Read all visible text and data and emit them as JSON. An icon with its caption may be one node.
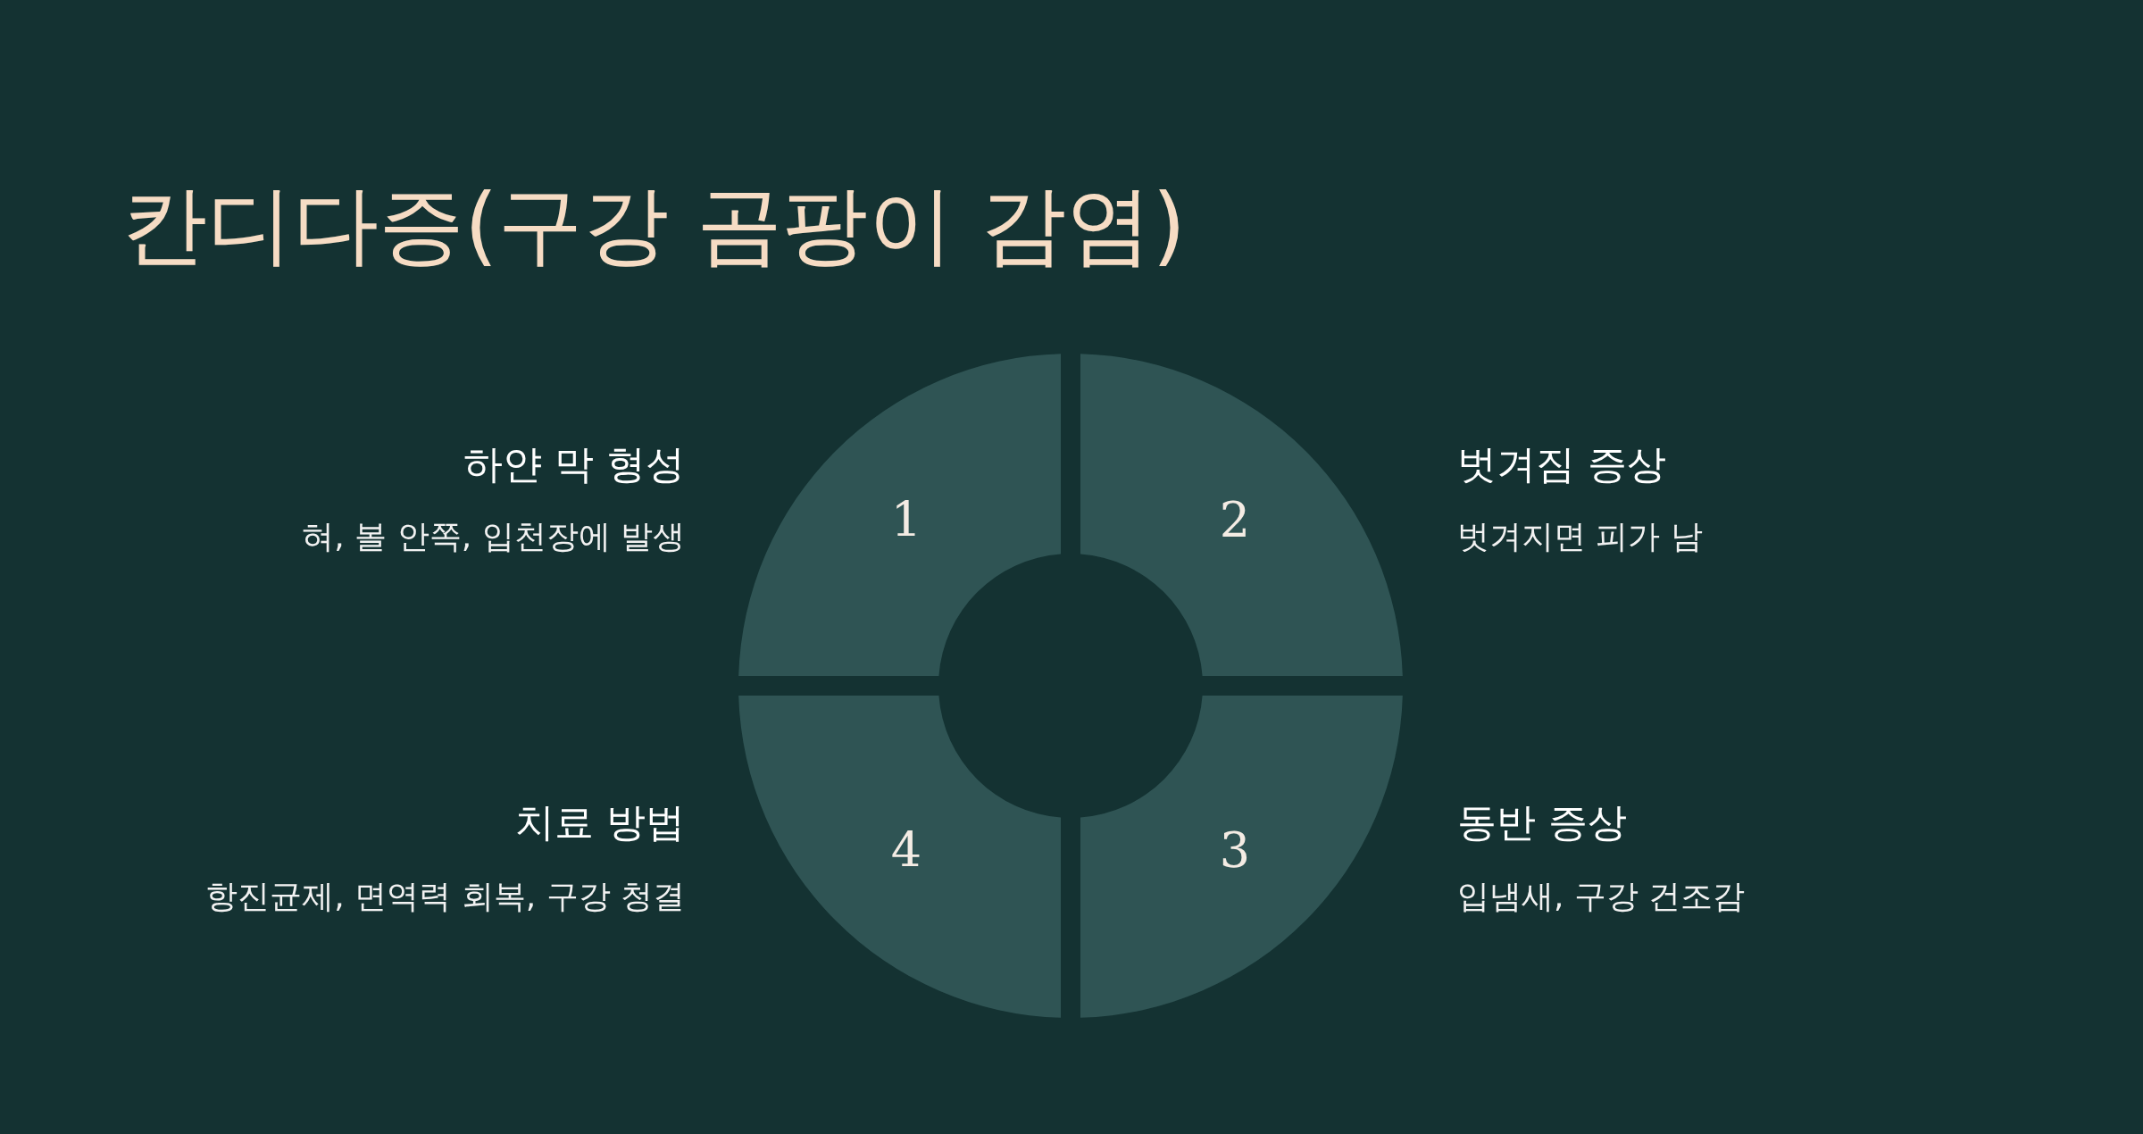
{
  "diagram": {
    "title": "칸디다증(구강 곰팡이 감염)",
    "nodes": [
      {
        "text": [
          "1"
        ],
        "beside": [
          "하얀 막 형성",
          "혀, 볼 안쪽, 입천장에 발생"
        ]
      },
      {
        "text": [
          "2"
        ],
        "beside": [
          "벗겨짐 증상",
          "벗겨지면 피가 남"
        ]
      },
      {
        "text": [
          "4"
        ],
        "beside": [
          "치료 방법",
          "항진균제, 면역력 회복, 구강 청결"
        ]
      },
      {
        "text": [
          "3"
        ],
        "beside": [
          "동반 증상",
          "입냄새, 구강 건조감"
        ]
      }
    ]
  }
}
